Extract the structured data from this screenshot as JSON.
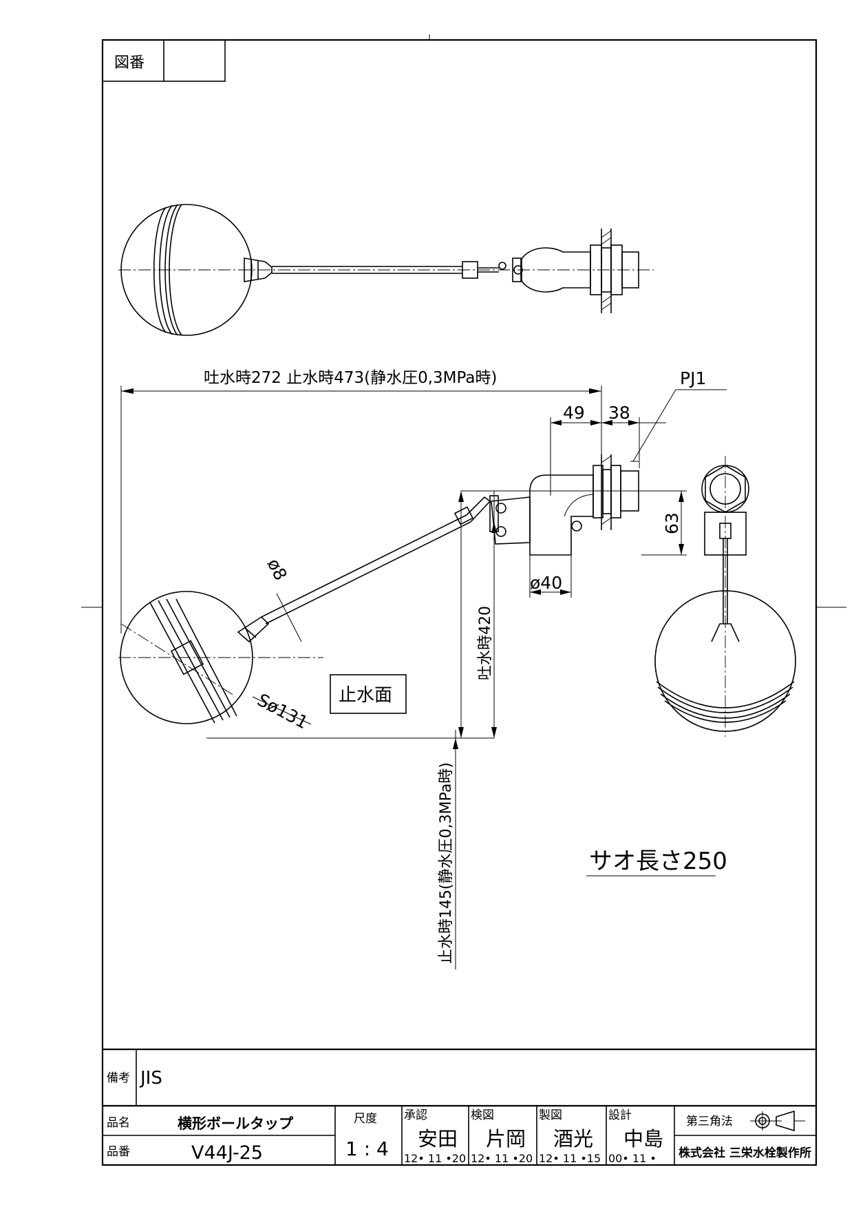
{
  "title_block": {
    "drawing_number_label": "図番",
    "drawing_number_value": "",
    "remarks_label": "備考",
    "remarks_value": "JIS",
    "product_name_label": "品名",
    "product_name_value": "横形ボールタップ",
    "product_number_label": "品番",
    "product_number_value": "V44J-25",
    "scale_label": "尺度",
    "scale_value": "1 : 4",
    "approval_label": "承認",
    "approval_name": "安田",
    "approval_date": "12• 11 •20",
    "check_label": "検図",
    "check_name": "片岡",
    "check_date": "12• 11 •20",
    "drafting_label": "製図",
    "drafting_name": "酒光",
    "drafting_date": "12• 11 •15",
    "design_label": "設計",
    "design_name": "中島",
    "design_date": "00• 11 •",
    "projection_label": "第三角法",
    "company": "株式会社 三栄水栓製作所"
  },
  "dimensions": {
    "overall": "吐水時272  止水時473(静水圧0,3MPa時)",
    "thread": "PJ1",
    "d49": "49",
    "d38": "38",
    "d63": "63",
    "dia40": "ø40",
    "dia8": "ø8",
    "ball": "Sø131",
    "discharge_height": "吐水時420",
    "stop_height": "止水時145(静水圧0,3MPa時)",
    "water_level_label": "止水面",
    "rod_length": "サオ長さ250"
  }
}
